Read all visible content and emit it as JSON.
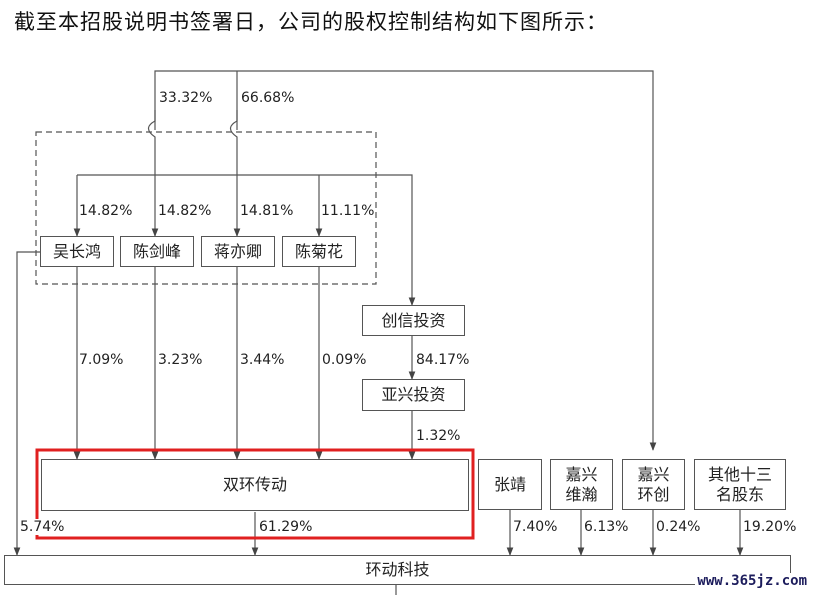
{
  "header": {
    "title": "截至本招股说明书签署日，公司的股权控制结构如下图所示："
  },
  "nodes": {
    "wu": "吴长鸿",
    "chen_jf": "陈剑峰",
    "jiang": "蒋亦卿",
    "chen_jh": "陈菊花",
    "chuangxin": "创信投资",
    "yaxing": "亚兴投资",
    "shuanghuan": "双环传动",
    "zhangjing": "张靖",
    "jx_weihan": "嘉兴\n维瀚",
    "jx_huanchuang": "嘉兴\n环创",
    "others": "其他十三\n名股东",
    "target": "环动科技"
  },
  "edges": {
    "top_left": "33.32%",
    "top_right": "66.68%",
    "to_wu": "14.82%",
    "to_chen_jf": "14.82%",
    "to_jiang": "14.81%",
    "to_chen_jh": "11.11%",
    "wu_sh": "7.09%",
    "chenjf_sh": "3.23%",
    "jiang_sh": "3.44%",
    "chenjh_sh": "0.09%",
    "cx_yx": "84.17%",
    "yx_sh": "1.32%",
    "wu_target": "5.74%",
    "sh_target": "61.29%",
    "zj_target": "7.40%",
    "wh_target": "6.13%",
    "hc_target": "0.24%",
    "others_target": "19.20%"
  },
  "highlight_color": "#e02020",
  "watermark": "www.365jz.com"
}
